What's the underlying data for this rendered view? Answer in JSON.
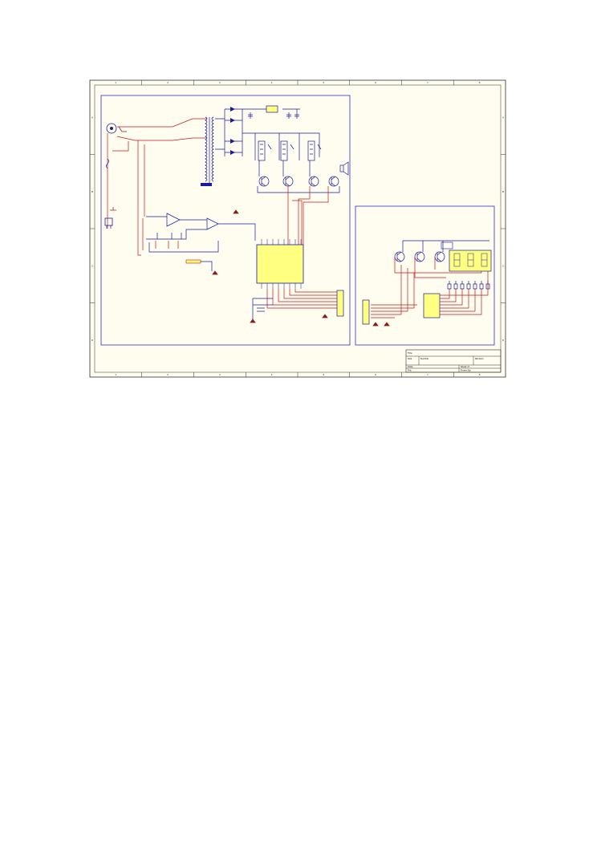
{
  "colors": {
    "sheet": "#fffdf0",
    "border": "#303030",
    "region": "#2f2fc8",
    "wire": "#c81414",
    "component": "#1a1aa0",
    "ic_fill": "#ffff80",
    "ground": "#8b1a1a"
  },
  "border": {
    "columns": [
      "1",
      "2",
      "3",
      "4",
      "5",
      "6",
      "7",
      "8"
    ],
    "rows": [
      "A",
      "B",
      "C",
      "D"
    ]
  },
  "title_block": {
    "title_label": "Title",
    "size_label": "Size",
    "number_label": "Number",
    "revision_label": "Revision",
    "date_label": "Date:",
    "file_label": "File:",
    "sheet_label": "Sheet of",
    "drawn_label": "Drawn By:"
  },
  "icons": {
    "transistor": "transistor-icon",
    "diode": "diode-icon",
    "relay": "relay-icon",
    "ground": "ground-icon",
    "speaker": "speaker-icon",
    "display": "seven-segment-display-icon"
  }
}
